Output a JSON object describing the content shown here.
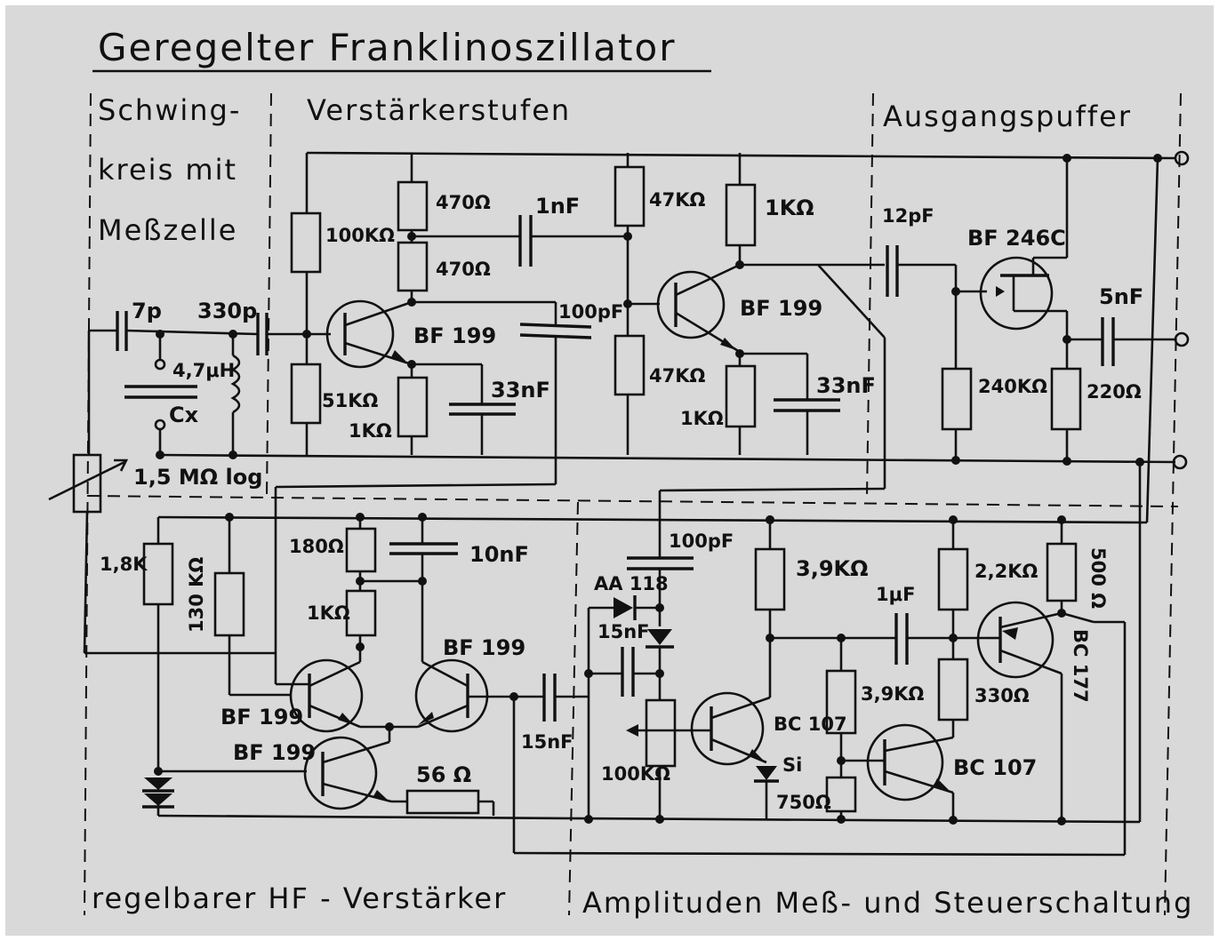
{
  "title": "Geregelter Franklinoszillator",
  "sections": {
    "schwingkreis": [
      "Schwing-",
      "kreis mit",
      "Meßzelle"
    ],
    "verstaerker": "Verstärkerstufen",
    "ausgang": "Ausgangspuffer",
    "hf": "regelbarer HF - Verstärker",
    "amplitude": "Amplituden Meß- und Steuerschaltung"
  },
  "components": {
    "c_7p": "7p",
    "c_330p": "330p",
    "l_47uh": "4,7μH",
    "cx": "Cx",
    "pot_15m": "1,5 MΩ log",
    "r_100k": "100KΩ",
    "r_470_a": "470Ω",
    "r_470_b": "470Ω",
    "c_1nf": "1nF",
    "r_51k": "51KΩ",
    "r_1k_a": "1KΩ",
    "q1": "BF 199",
    "c_100pf_a": "100pF",
    "c_33nf_a": "33nF",
    "r_47k_a": "47KΩ",
    "r_1k_b": "1KΩ",
    "q2": "BF 199",
    "r_47k_b": "47KΩ",
    "r_1k_c": "1KΩ",
    "c_33nf_b": "33nF",
    "c_12pf": "12pF",
    "q3": "BF 246C",
    "c_5nf": "5nF",
    "r_240k": "240KΩ",
    "r_220": "220Ω",
    "r_18k": "1,8K",
    "r_130k": "130 KΩ",
    "r_180": "180Ω",
    "c_10nf": "10nF",
    "r_1k_d": "1KΩ",
    "q4": "BF 199",
    "q5": "BF 199",
    "q6": "BF 199",
    "r_56": "56 Ω",
    "c_15nf_a": "15nF",
    "c_100pf_b": "100pF",
    "d_aa118": "AA 118",
    "c_15nf_b": "15nF",
    "pot_100k": "100KΩ",
    "r_39k_a": "3,9KΩ",
    "q7": "BC 107",
    "d_si": "Si",
    "r_39k_b": "3,9KΩ",
    "r_750": "750Ω",
    "c_1uf": "1μF",
    "r_22k": "2,2KΩ",
    "r_330": "330Ω",
    "q8": "BC 107",
    "r_500": "500 Ω",
    "q9": "BC 177"
  }
}
